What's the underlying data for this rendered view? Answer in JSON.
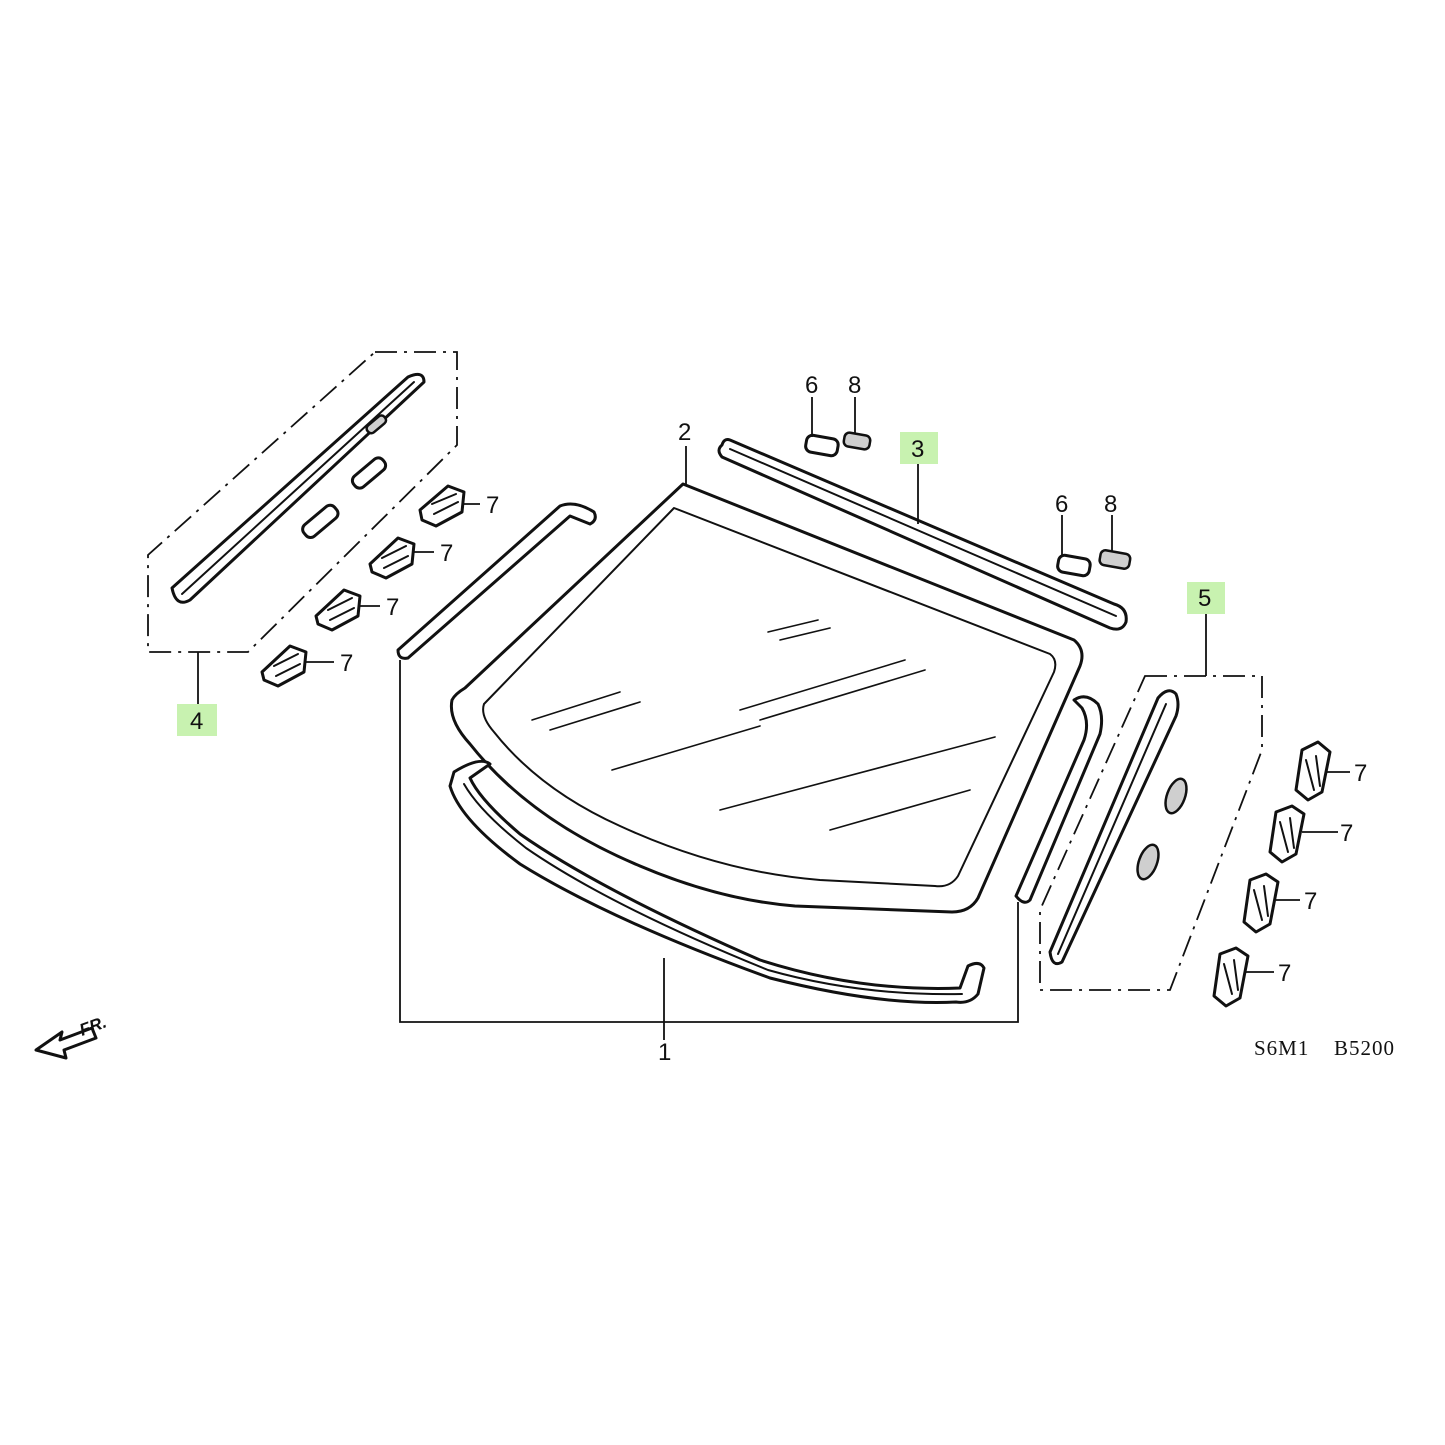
{
  "callouts": {
    "c1": "1",
    "c2": "2",
    "c3": "3",
    "c4": "4",
    "c5": "5",
    "c6a": "6",
    "c8a": "8",
    "c6b": "6",
    "c8b": "8",
    "c7": [
      "7",
      "7",
      "7",
      "7",
      "7",
      "7",
      "7",
      "7"
    ]
  },
  "highlight_color": "#c8f2b0",
  "front_arrow": {
    "label": "FR."
  },
  "footer": {
    "code_left": "S6M1",
    "code_right": "B5200"
  }
}
